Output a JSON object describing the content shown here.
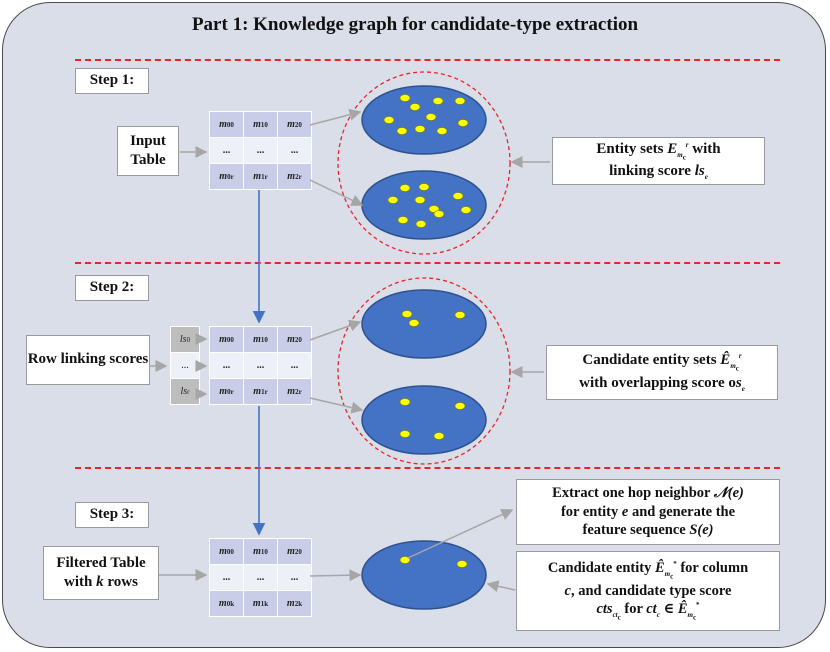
{
  "title": "Part 1: Knowledge graph for candidate-type extraction",
  "steps": {
    "step1": "Step 1:",
    "step2": "Step 2:",
    "step3": "Step 3:"
  },
  "labels": {
    "input_table": "Input Table",
    "row_linking_scores": "Row linking scores",
    "filtered_table_1": "Filtered Table",
    "filtered_table_2": "with ",
    "filtered_table_k": "k",
    "filtered_table_3": " rows",
    "entity_sets_1": "Entity sets ",
    "entity_sets_math": "E",
    "entity_sets_2": " with",
    "entity_sets_3": "linking score ",
    "entity_sets_ls": "ls",
    "candidate_sets_1": "Candidate entity sets ",
    "candidate_sets_2": "with overlapping score o",
    "candidate_sets_os": "s",
    "extract_1": "Extract one hop neighbor ",
    "extract_N": "𝒩(e)",
    "extract_2": "for entity ",
    "extract_e": "e",
    "extract_3": " and generate the",
    "extract_4": "feature sequence ",
    "extract_S": "S(e)",
    "cand_entity_1": "Candidate entity ",
    "cand_entity_2": " for column",
    "cand_entity_3": "c",
    "cand_entity_4": ", and candidate type score",
    "cand_entity_5": "cts",
    "cand_entity_6": " for ",
    "cand_entity_7": "ct",
    "cand_entity_8": " ∈ "
  },
  "table_rows": {
    "top": [
      "m",
      "m",
      "m"
    ],
    "mid": [
      "...",
      "...",
      "..."
    ]
  },
  "ls_labels": [
    "ls",
    "...",
    "ls"
  ],
  "colors": {
    "panel": "#d9dee8",
    "ellipse": "#4472c4",
    "dot": "#ffff00",
    "dash": "#e8262a",
    "arrow_blue": "#4472c4",
    "arrow_gray": "#a6a6a6"
  }
}
